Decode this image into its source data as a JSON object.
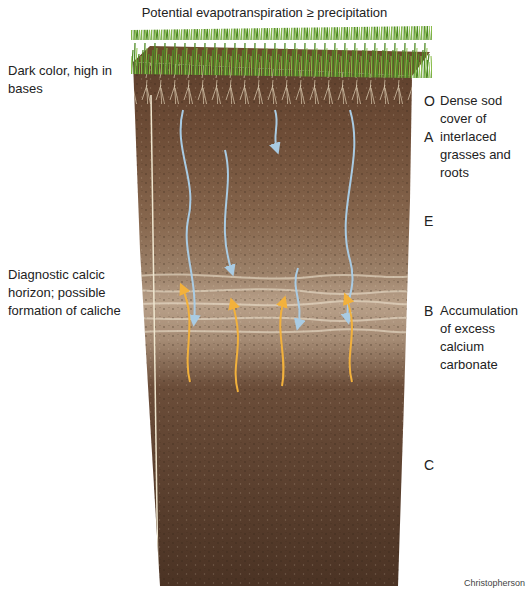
{
  "diagram": {
    "title": "Potential evapotranspiration ≥ precipitation",
    "labels": [
      "Dark color, high in bases",
      "O",
      "A",
      "Dense sod cover of interlaced grasses and roots",
      "E",
      "Diagnostic calcic horizon; possible formation of caliche",
      "B",
      "Accumulation of excess calcium carbonate",
      "C",
      "Christopherson"
    ]
  }
}
